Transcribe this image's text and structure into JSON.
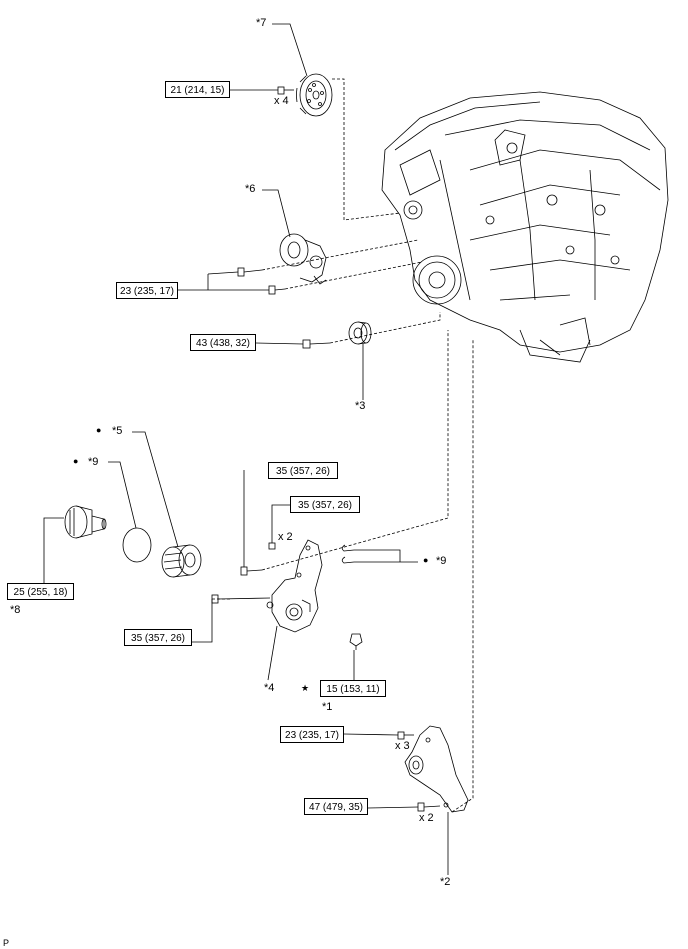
{
  "torque_callouts": [
    {
      "id": "t1",
      "text": "21 (214, 15)"
    },
    {
      "id": "t2",
      "text": "23 (235, 17)"
    },
    {
      "id": "t3",
      "text": "43 (438, 32)"
    },
    {
      "id": "t4",
      "text": "35 (357, 26)"
    },
    {
      "id": "t5",
      "text": "35 (357, 26)"
    },
    {
      "id": "t6",
      "text": "25 (255, 18)"
    },
    {
      "id": "t7",
      "text": "35 (357, 26)"
    },
    {
      "id": "t8",
      "text": "15 (153, 11)"
    },
    {
      "id": "t9",
      "text": "23 (235, 17)"
    },
    {
      "id": "t10",
      "text": "47 (479, 35)"
    }
  ],
  "part_labels": {
    "p7": "*7",
    "p6": "*6",
    "p3": "*3",
    "p5": "*5",
    "p9a": "*9",
    "p9b": "*9",
    "p8": "*8",
    "p4": "*4",
    "p1": "*1",
    "p2": "*2"
  },
  "markers": {
    "bullet": "●",
    "star": "★"
  },
  "quantities": {
    "q1": "x 4",
    "q2": "x 2",
    "q3": "x 3",
    "q4": "x 2"
  },
  "footer_code": "P"
}
